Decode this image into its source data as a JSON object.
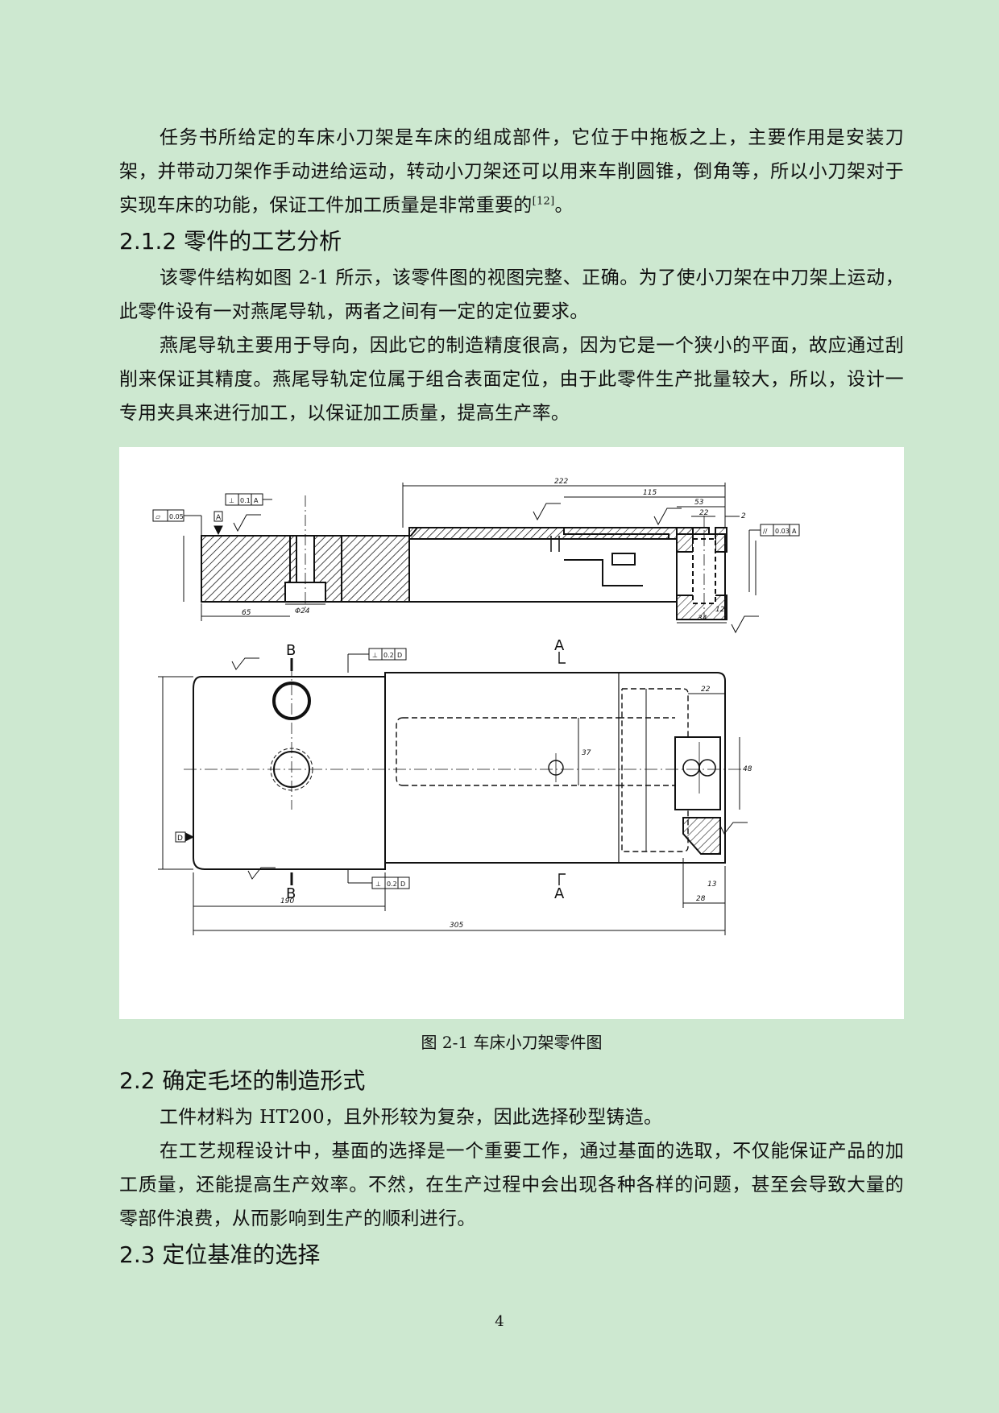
{
  "intro": {
    "paragraph_text": "任务书所给定的车床小刀架是车床的组成部件，它位于中拖板之上，主要作用是安装刀架，并带动刀架作手动进给运动，转动小刀架还可以用来车削圆锥，倒角等，所以小刀架对于实现车床的功能，保证工件加工质量是非常重要的",
    "citation": "[12]",
    "end_punct": "。"
  },
  "section_212": {
    "heading": "2.1.2 零件的工艺分析",
    "paragraphs": [
      "该零件结构如图 2-1 所示，该零件图的视图完整、正确。为了使小刀架在中刀架上运动，此零件设有一对燕尾导轨，两者之间有一定的定位要求。",
      "燕尾导轨主要用于导向，因此它的制造精度很高，因为它是一个狭小的平面，故应通过刮削来保证其精度。燕尾导轨定位属于组合表面定位，由于此零件生产批量较大，所以，设计一专用夹具来进行加工，以保证加工质量，提高生产率。"
    ]
  },
  "figure": {
    "caption": "图 2-1  车床小刀架零件图",
    "section_labels": {
      "b_top": "B",
      "b_bottom": "B",
      "a_top": "A",
      "a_bottom": "A"
    },
    "dims": {
      "d222": "222",
      "d115": "115",
      "d53": "53",
      "d22": "22",
      "d2": "2",
      "d65": "65",
      "d24": "Φ24",
      "d34": "34",
      "d12": "12",
      "d190": "190",
      "d305": "305",
      "d22b": "22",
      "d28": "28",
      "d48": "48",
      "d37": "37",
      "d13": "13"
    },
    "tolerance_frames": {
      "perp_top": [
        "⊥",
        "0.1",
        "A"
      ],
      "flat": [
        "⏥",
        "0.05"
      ],
      "parallel": [
        "//",
        "0.03",
        "A"
      ],
      "perp_b1": [
        "⊥",
        "0.2",
        "D"
      ],
      "perp_b2": [
        "⊥",
        "0.2",
        "D"
      ]
    },
    "datum_a": "A",
    "datum_d": "D"
  },
  "section_22": {
    "heading": "2.2 确定毛坯的制造形式",
    "paragraphs": [
      "工件材料为 HT200，且外形较为复杂，因此选择砂型铸造。",
      "在工艺规程设计中，基面的选择是一个重要工作，通过基面的选取，不仅能保证产品的加工质量，还能提高生产效率。不然，在生产过程中会出现各种各样的问题，甚至会导致大量的零部件浪费，从而影响到生产的顺利进行。"
    ]
  },
  "section_23": {
    "heading": "2.3 定位基准的选择"
  },
  "page_number": "4"
}
